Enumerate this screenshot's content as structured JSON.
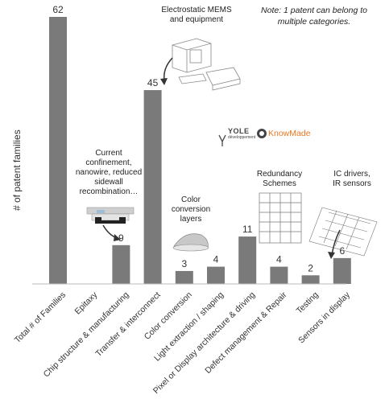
{
  "chart_data": {
    "type": "bar",
    "categories": [
      "Total # of Families",
      "Epitaxy",
      "Chip structure & manufacturing",
      "Transfer & interconnect",
      "Color conversion",
      "Light extraction / shaping",
      "Pixel or Display architecture & driving",
      "Defect management & Repair",
      "Testing",
      "Sensors in display"
    ],
    "values": [
      62,
      0,
      9,
      45,
      3,
      4,
      11,
      4,
      2,
      6
    ],
    "data_labels": [
      "62",
      "",
      "9",
      "45",
      "3",
      "4",
      "11",
      "4",
      "2",
      "6"
    ],
    "title": "",
    "xlabel": "",
    "ylabel": "# of patent families",
    "ylim": [
      0,
      62
    ],
    "grid": false,
    "legend": "none",
    "bar_color": "#7a7a7a"
  },
  "annotations": {
    "note_line1": "Note: 1 patent can belong to",
    "note_line2": "multiple categories.",
    "mems_line1": "Electrostatic MEMS",
    "mems_line2": "and equipment",
    "chip_line1": "Current",
    "chip_line2": "confinement,",
    "chip_line3": "nanowire,  reduced",
    "chip_line4": "sidewall",
    "chip_line5": "recombination…",
    "color_line1": "Color",
    "color_line2": "conversion",
    "color_line3": "layers",
    "redundancy_line1": "Redundancy",
    "redundancy_line2": "Schemes",
    "ic_line1": "IC drivers,",
    "ic_line2": "IR sensors"
  },
  "logos": {
    "yole": "YOLE",
    "yole_sub": "développement",
    "knowmade": "KnowMade"
  },
  "colors": {
    "bar": "#7a7a7a",
    "axis": "#bbbbbb",
    "text": "#333333",
    "knowmade_orange": "#e87722"
  }
}
